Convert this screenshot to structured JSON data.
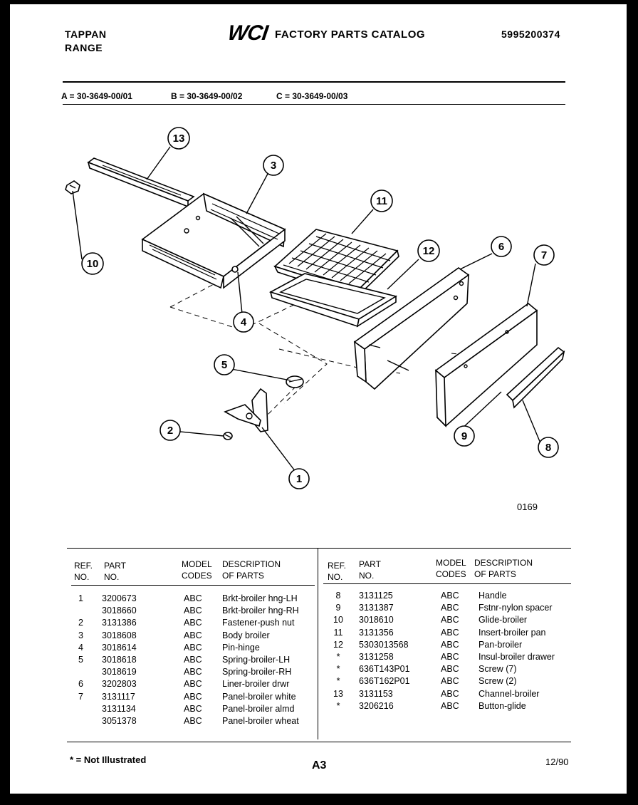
{
  "header": {
    "brand_line1": "TAPPAN",
    "brand_line2": "RANGE",
    "logo_text": "WCI",
    "catalog_title": "FACTORY PARTS CATALOG",
    "catalog_number": "5995200374"
  },
  "model_codes": {
    "a": "A = 30-3649-00/01",
    "b": "B = 30-3649-00/02",
    "c": "C = 30-3649-00/03"
  },
  "diagram": {
    "figure_number": "0169",
    "callouts": [
      "1",
      "2",
      "3",
      "4",
      "5",
      "6",
      "7",
      "8",
      "9",
      "10",
      "11",
      "12",
      "13"
    ]
  },
  "table": {
    "headers": {
      "ref": "REF.",
      "ref2": "NO.",
      "part": "PART",
      "part2": "NO.",
      "model": "MODEL",
      "model2": "CODES",
      "desc": "DESCRIPTION",
      "desc2": "OF PARTS"
    },
    "left_rows": [
      {
        "ref": "1",
        "part": "3200673",
        "codes": "ABC",
        "desc": "Brkt-broiler hng-LH"
      },
      {
        "ref": "",
        "part": "3018660",
        "codes": "ABC",
        "desc": "Brkt-broiler hng-RH"
      },
      {
        "ref": "2",
        "part": "3131386",
        "codes": "ABC",
        "desc": "Fastener-push nut"
      },
      {
        "ref": "3",
        "part": "3018608",
        "codes": "ABC",
        "desc": "Body broiler"
      },
      {
        "ref": "4",
        "part": "3018614",
        "codes": "ABC",
        "desc": "Pin-hinge"
      },
      {
        "ref": "5",
        "part": "3018618",
        "codes": "ABC",
        "desc": "Spring-broiler-LH"
      },
      {
        "ref": "",
        "part": "3018619",
        "codes": "ABC",
        "desc": "Spring-broiler-RH"
      },
      {
        "ref": "6",
        "part": "3202803",
        "codes": "ABC",
        "desc": "Liner-broiler drwr"
      },
      {
        "ref": "7",
        "part": "3131117",
        "codes": "ABC",
        "desc": "Panel-broiler white"
      },
      {
        "ref": "",
        "part": "3131134",
        "codes": "ABC",
        "desc": "Panel-broiler almd"
      },
      {
        "ref": "",
        "part": "3051378",
        "codes": "ABC",
        "desc": "Panel-broiler wheat"
      }
    ],
    "right_rows": [
      {
        "ref": "8",
        "part": "3131125",
        "codes": "ABC",
        "desc": "Handle"
      },
      {
        "ref": "9",
        "part": "3131387",
        "codes": "ABC",
        "desc": "Fstnr-nylon spacer"
      },
      {
        "ref": "10",
        "part": "3018610",
        "codes": "ABC",
        "desc": "Glide-broiler"
      },
      {
        "ref": "11",
        "part": "3131356",
        "codes": "ABC",
        "desc": "Insert-broiler pan"
      },
      {
        "ref": "12",
        "part": "5303013568",
        "codes": "ABC",
        "desc": "Pan-broiler"
      },
      {
        "ref": "*",
        "part": "3131258",
        "codes": "ABC",
        "desc": "Insul-broiler drawer"
      },
      {
        "ref": "*",
        "part": "636T143P01",
        "codes": "ABC",
        "desc": "Screw (7)"
      },
      {
        "ref": "*",
        "part": "636T162P01",
        "codes": "ABC",
        "desc": "Screw (2)"
      },
      {
        "ref": "13",
        "part": "3131153",
        "codes": "ABC",
        "desc": "Channel-broiler"
      },
      {
        "ref": "*",
        "part": "3206216",
        "codes": "ABC",
        "desc": "Button-glide"
      }
    ]
  },
  "footer": {
    "note": "* = Not Illustrated",
    "page": "A3",
    "date": "12/90"
  }
}
